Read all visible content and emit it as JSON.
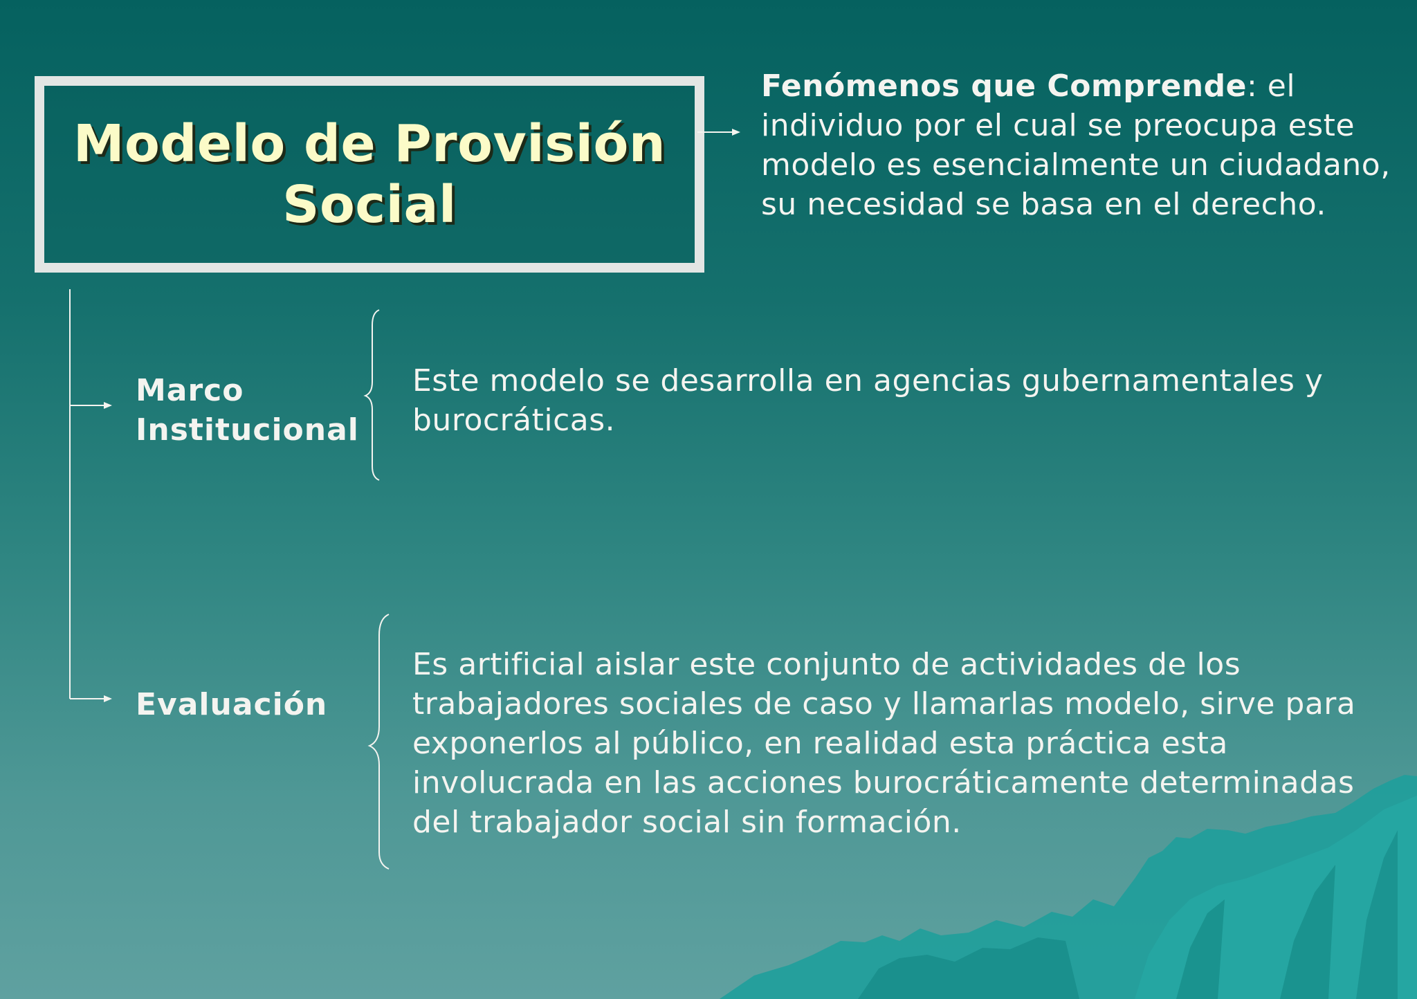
{
  "title": {
    "line1": "Modelo de Provisión",
    "line2": "Social"
  },
  "phenomena": {
    "label": "Fenómenos que Comprende",
    "text": ": el individuo por el cual se preocupa este modelo es esencialmente un ciudadano, su necesidad se basa en el derecho."
  },
  "branches": [
    {
      "label_line1": "Marco",
      "label_line2": "Institucional",
      "description": "Este modelo se desarrolla en agencias gubernamentales y burocráticas."
    },
    {
      "label_line1": "Evaluación",
      "description": "Es artificial aislar este conjunto de actividades de los trabajadores sociales de caso y llamarlas modelo, sirve para exponerlos al público, en realidad esta práctica esta involucrada en las acciones burocráticamente determinadas del trabajador social sin formación."
    }
  ],
  "colors": {
    "background_top": "#05615f",
    "background_bottom": "#5fa1a0",
    "title_text": "#fbfbc8",
    "box_border": "#e3e6e4",
    "mountains": "#1f9e9b"
  }
}
